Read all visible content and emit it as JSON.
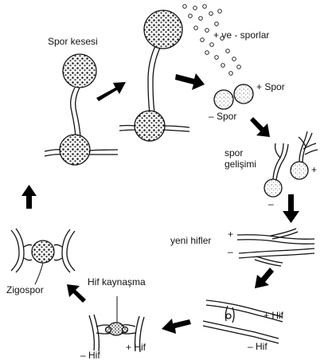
{
  "labels": {
    "spor_kesesi": "Spor kesesi",
    "ve_sporlar": "+ ve -  sporlar",
    "plus_spor": "+ Spor",
    "minus_spor": "– Spor",
    "spor_gelisimi_1": "spor",
    "spor_gelisimi_2": "gelişimi",
    "plus_sign_germ": "+",
    "minus_sign_germ": "–",
    "yeni_hifler": "yeni hifler",
    "plus_sign_hif": "+",
    "minus_sign_hif": "–",
    "plus_hif_right": "+ Hif",
    "minus_hif_right": "– Hif",
    "hif_kaynasma": "Hif kaynaşma",
    "plus_hif_bottom": "+ Hif",
    "minus_hif_bottom": "– Hif",
    "zigospor": "Zigospor"
  },
  "colors": {
    "ink": "#111111",
    "arrow": "#000000"
  }
}
